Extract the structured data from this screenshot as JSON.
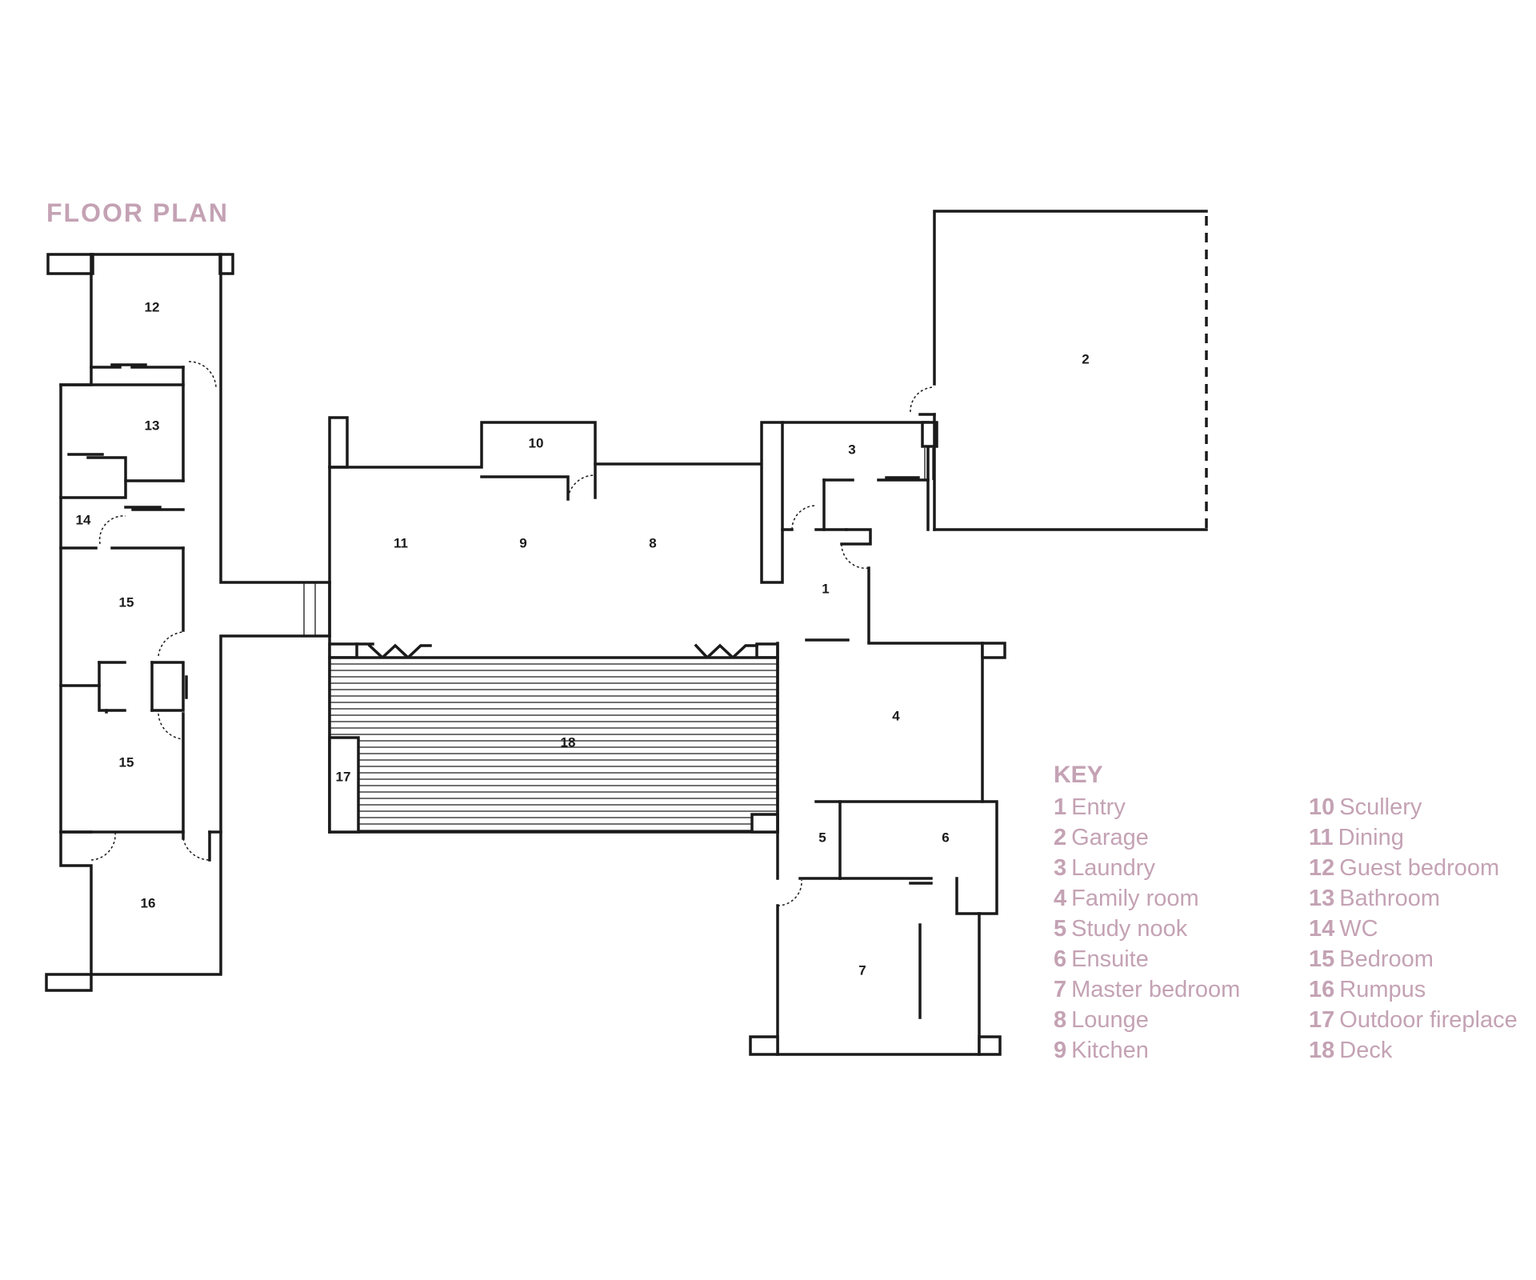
{
  "title": "FLOOR PLAN",
  "rooms": {
    "r1": "1",
    "r2": "2",
    "r3": "3",
    "r4": "4",
    "r5": "5",
    "r6": "6",
    "r7": "7",
    "r8": "8",
    "r9": "9",
    "r10": "10",
    "r11": "11",
    "r12": "12",
    "r13": "13",
    "r14": "14",
    "r15a": "15",
    "r15b": "15",
    "r16": "16",
    "r17": "17",
    "r18": "18"
  },
  "key": {
    "title": "KEY",
    "items": [
      {
        "num": "1",
        "label": "Entry"
      },
      {
        "num": "2",
        "label": "Garage"
      },
      {
        "num": "3",
        "label": "Laundry"
      },
      {
        "num": "4",
        "label": "Family room"
      },
      {
        "num": "5",
        "label": "Study nook"
      },
      {
        "num": "6",
        "label": "Ensuite"
      },
      {
        "num": "7",
        "label": "Master bedroom"
      },
      {
        "num": "8",
        "label": "Lounge"
      },
      {
        "num": "9",
        "label": "Kitchen"
      },
      {
        "num": "10",
        "label": "Scullery"
      },
      {
        "num": "11",
        "label": "Dining"
      },
      {
        "num": "12",
        "label": "Guest bedroom"
      },
      {
        "num": "13",
        "label": "Bathroom"
      },
      {
        "num": "14",
        "label": "WC"
      },
      {
        "num": "15",
        "label": "Bedroom"
      },
      {
        "num": "16",
        "label": "Rumpus"
      },
      {
        "num": "17",
        "label": "Outdoor fireplace"
      },
      {
        "num": "18",
        "label": "Deck"
      }
    ]
  },
  "colors": {
    "accent": "#c4a2b4",
    "line": "#1a1a1a",
    "background": "#ffffff"
  }
}
